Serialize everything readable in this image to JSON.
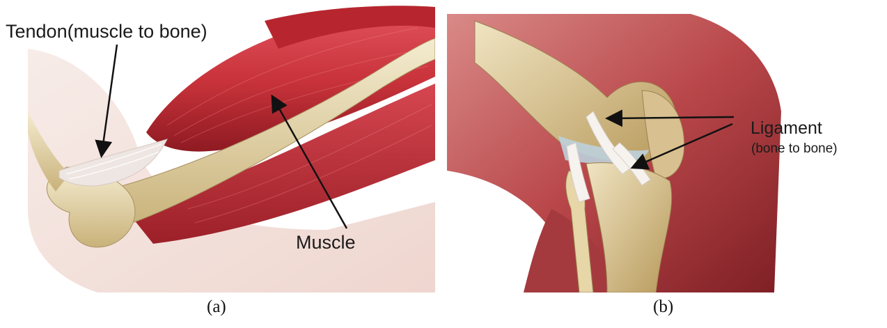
{
  "panel_a": {
    "tendon_label": "Tendon(muscle  to  bone)",
    "muscle_label": "Muscle",
    "caption": "(a)"
  },
  "panel_b": {
    "ligament_label": "Ligament",
    "ligament_sublabel": "(bone to bone)",
    "caption": "(b)"
  },
  "colors": {
    "muscle_red": "#c8323a",
    "muscle_dark": "#8e1a22",
    "bone_cream": "#e8dcb4",
    "bone_tan": "#c9b27a",
    "tendon_white": "#eee6e2",
    "skin_pink": "#f3dcd6",
    "arrow": "#111111"
  }
}
